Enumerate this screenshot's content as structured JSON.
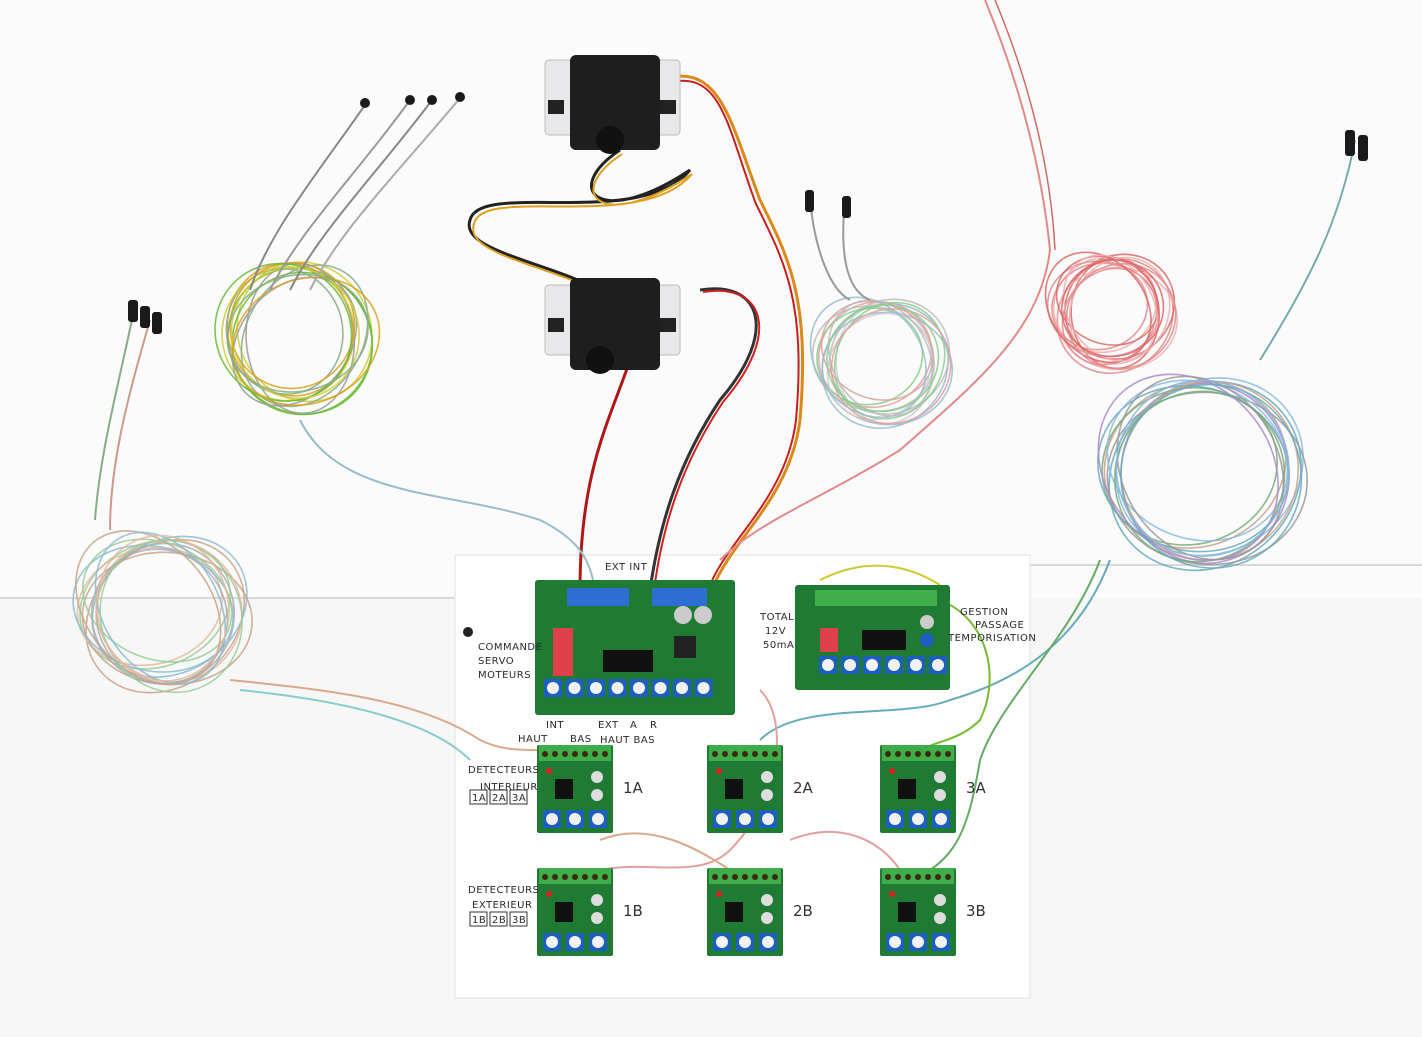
{
  "labels": {
    "servo_board": [
      "COMMANDE",
      "SERVO",
      "MOTEURS"
    ],
    "power": [
      "TOTAL",
      "12V",
      "50mA"
    ],
    "gestion": [
      "GESTION",
      "PASSAGE",
      "TEMPORISATION"
    ],
    "interior": [
      "DETECTEURS",
      "INTERIEUR"
    ],
    "interior_tags": [
      "1A",
      "2A",
      "3A"
    ],
    "exterior": [
      "DETECTEURS",
      "EXTERIEUR"
    ],
    "exterior_tags": [
      "1B",
      "2B",
      "3B"
    ],
    "board_ids": [
      "1A",
      "2A",
      "3A",
      "1B",
      "2B",
      "3B"
    ],
    "wires": {
      "int": "INT",
      "haut": "HAUT",
      "bas": "BAS",
      "ext": "EXT",
      "haut_bas": "HAUT BAS",
      "a": "A",
      "r": "R",
      "top": "EXT INT"
    }
  },
  "colors": {
    "pcb": "#1f7a34",
    "terminal_green": "#3fae4a",
    "terminal_blue": "#2a6fd1",
    "dip": "#e0404a",
    "board": "#ffffff",
    "servo": "#1e1e1e"
  }
}
